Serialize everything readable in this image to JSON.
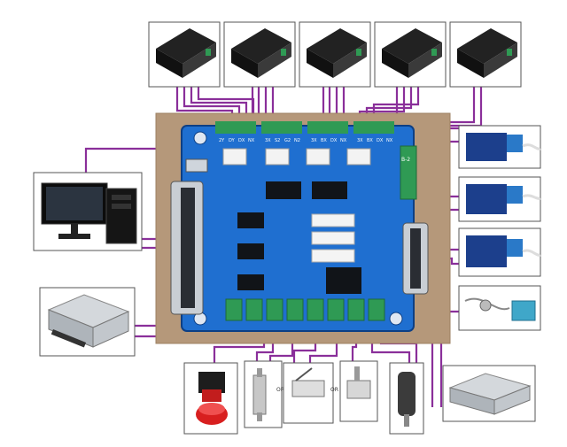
{
  "board": {
    "motor_labels": [
      "2Y",
      "DY",
      "DX",
      "NX",
      "3X",
      "S2",
      "G2",
      "N2",
      "3X",
      "BX",
      "DX",
      "NX",
      "3X",
      "BX",
      "DX",
      "NX"
    ],
    "power_label": "B-2"
  },
  "switch_labels": [
    "OR",
    "OR"
  ],
  "colors": {
    "wire": "#8a2f9a",
    "board": "#1f6fd0",
    "board_edge": "#0d3f84",
    "backdrop": "#b5987a",
    "terminal": "#2f9a54"
  },
  "icons": {
    "drivers": "stepper-driver-icon",
    "computer": "computer-icon",
    "power_supply": "power-supply-icon",
    "estop": "emergency-stop-icon",
    "limit_switch": "limit-switch-icon",
    "spindle": "spindle-motor-icon",
    "breakout": "relay-module-icon",
    "probe": "probe-icon"
  }
}
